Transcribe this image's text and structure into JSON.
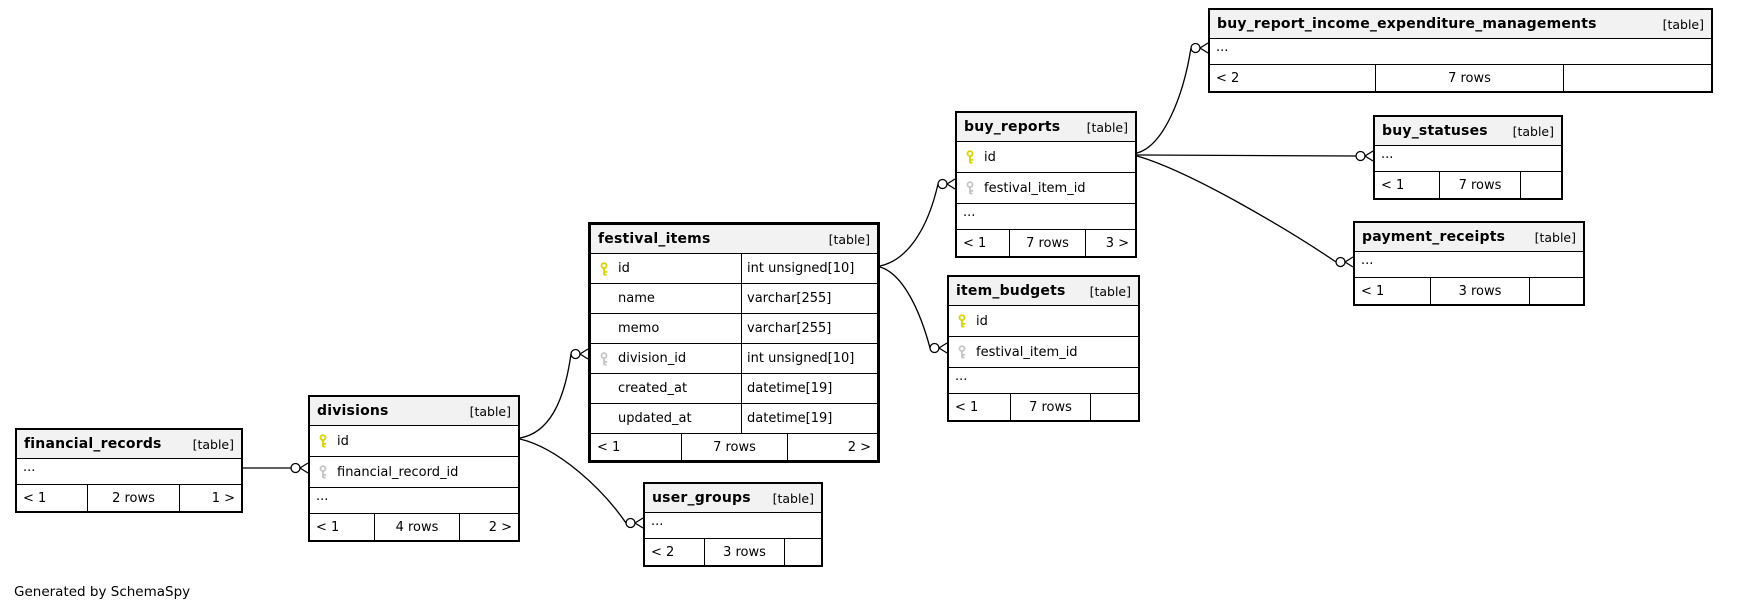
{
  "page": {
    "generated_by": "Generated by SchemaSpy"
  },
  "colors": {
    "primary_key_icon": "#d8d200",
    "foreign_key_icon": "#c4c4c4",
    "header_background": "#f2f2f2",
    "border": "#000000",
    "edge": "#000000"
  },
  "tables": {
    "financial_records": {
      "name": "financial_records",
      "tag": "[table]",
      "ellipsis": "...",
      "footer": {
        "left": "< 1",
        "center": "2 rows",
        "right": "1 >"
      }
    },
    "divisions": {
      "name": "divisions",
      "tag": "[table]",
      "ellipsis": "...",
      "columns": [
        {
          "name": "id",
          "key": "primary"
        },
        {
          "name": "financial_record_id",
          "key": "foreign"
        }
      ],
      "footer": {
        "left": "< 1",
        "center": "4 rows",
        "right": "2 >"
      }
    },
    "festival_items": {
      "name": "festival_items",
      "tag": "[table]",
      "columns": [
        {
          "name": "id",
          "type": "int unsigned[10]",
          "key": "primary"
        },
        {
          "name": "name",
          "type": "varchar[255]",
          "key": null
        },
        {
          "name": "memo",
          "type": "varchar[255]",
          "key": null
        },
        {
          "name": "division_id",
          "type": "int unsigned[10]",
          "key": "foreign"
        },
        {
          "name": "created_at",
          "type": "datetime[19]",
          "key": null
        },
        {
          "name": "updated_at",
          "type": "datetime[19]",
          "key": null
        }
      ],
      "footer": {
        "left": "< 1",
        "center": "7 rows",
        "right": "2 >"
      }
    },
    "user_groups": {
      "name": "user_groups",
      "tag": "[table]",
      "ellipsis": "...",
      "footer": {
        "left": "< 2",
        "center": "3 rows",
        "right": ""
      }
    },
    "buy_reports": {
      "name": "buy_reports",
      "tag": "[table]",
      "ellipsis": "...",
      "columns": [
        {
          "name": "id",
          "key": "primary"
        },
        {
          "name": "festival_item_id",
          "key": "foreign"
        }
      ],
      "footer": {
        "left": "< 1",
        "center": "7 rows",
        "right": "3 >"
      }
    },
    "item_budgets": {
      "name": "item_budgets",
      "tag": "[table]",
      "ellipsis": "...",
      "columns": [
        {
          "name": "id",
          "key": "primary"
        },
        {
          "name": "festival_item_id",
          "key": "foreign"
        }
      ],
      "footer": {
        "left": "< 1",
        "center": "7 rows",
        "right": ""
      }
    },
    "buy_report_income_expenditure_managements": {
      "name": "buy_report_income_expenditure_managements",
      "tag": "[table]",
      "ellipsis": "...",
      "footer": {
        "left": "< 2",
        "center": "7 rows",
        "right": ""
      }
    },
    "buy_statuses": {
      "name": "buy_statuses",
      "tag": "[table]",
      "ellipsis": "...",
      "footer": {
        "left": "< 1",
        "center": "7 rows",
        "right": ""
      }
    },
    "payment_receipts": {
      "name": "payment_receipts",
      "tag": "[table]",
      "ellipsis": "...",
      "footer": {
        "left": "< 1",
        "center": "3 rows",
        "right": ""
      }
    }
  },
  "relationships": [
    {
      "from": "financial_records",
      "to": "divisions.financial_record_id"
    },
    {
      "from": "divisions.id",
      "to": "festival_items.division_id"
    },
    {
      "from": "divisions.id",
      "to": "user_groups"
    },
    {
      "from": "festival_items.id",
      "to": "buy_reports.festival_item_id"
    },
    {
      "from": "festival_items.id",
      "to": "item_budgets.festival_item_id"
    },
    {
      "from": "buy_reports.id",
      "to": "buy_report_income_expenditure_managements"
    },
    {
      "from": "buy_reports.id",
      "to": "buy_statuses"
    },
    {
      "from": "buy_reports.id",
      "to": "payment_receipts"
    }
  ]
}
